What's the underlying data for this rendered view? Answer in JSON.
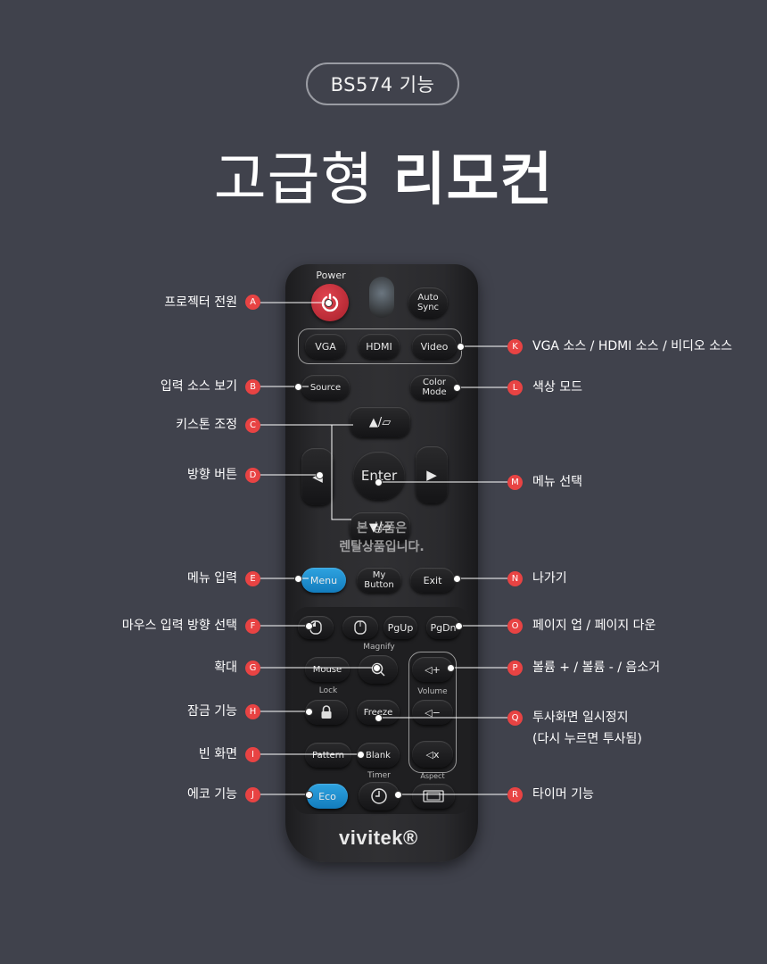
{
  "header": {
    "model_pill": "BS574 기능",
    "title_light": "고급형",
    "title_bold": "리모컨"
  },
  "remote": {
    "power_label": "Power",
    "buttons": {
      "auto_sync": "Auto Sync",
      "vga": "VGA",
      "hdmi": "HDMI",
      "video": "Video",
      "source": "Source",
      "color_mode": "Color Mode",
      "keystone_up": "▲/▱",
      "keystone_down": "▼/▱",
      "left": "◀",
      "right": "▶",
      "enter": "Enter",
      "menu": "Menu",
      "my_button": "My Button",
      "exit": "Exit",
      "pgup": "PgUp",
      "pgdn": "PgDn",
      "mouse": "Mouse",
      "freeze": "Freeze",
      "pattern": "Pattern",
      "blank": "Blank",
      "eco": "Eco",
      "vol_up": "◁+",
      "vol_down": "◁−",
      "mute": "◁x"
    },
    "small_labels": {
      "magnify": "Magnify",
      "lock": "Lock",
      "volume": "Volume",
      "timer": "Timer",
      "aspect": "Aspect"
    },
    "brand": "vivitek®",
    "watermark_1": "본 상품은",
    "watermark_2": "렌탈상품입니다."
  },
  "callouts_left": [
    {
      "badge": "A",
      "text": "프로젝터 전원"
    },
    {
      "badge": "B",
      "text": "입력 소스 보기"
    },
    {
      "badge": "C",
      "text": "키스톤 조정"
    },
    {
      "badge": "D",
      "text": "방향 버튼"
    },
    {
      "badge": "E",
      "text": "메뉴 입력"
    },
    {
      "badge": "F",
      "text": "마우스 입력 방향 선택"
    },
    {
      "badge": "G",
      "text": "확대"
    },
    {
      "badge": "H",
      "text": "잠금 기능"
    },
    {
      "badge": "I",
      "text": "빈 화면"
    },
    {
      "badge": "J",
      "text": "에코 기능"
    }
  ],
  "callouts_right": [
    {
      "badge": "K",
      "text": "VGA 소스 / HDMI 소스 / 비디오 소스"
    },
    {
      "badge": "L",
      "text": "색상 모드"
    },
    {
      "badge": "M",
      "text": "메뉴 선택"
    },
    {
      "badge": "N",
      "text": "나가기"
    },
    {
      "badge": "O",
      "text": "페이지 업 / 페이지 다운"
    },
    {
      "badge": "P",
      "text": "볼륨 + / 볼륨 - / 음소거"
    },
    {
      "badge": "Q",
      "text": "투사화면 일시정지",
      "text2": "(다시 누르면 투사됨)"
    },
    {
      "badge": "R",
      "text": "타이머 기능"
    }
  ],
  "colors": {
    "background": "#40424c",
    "badge": "#e84343",
    "power": "#c42a36",
    "accent_blue": "#1e8fd0"
  }
}
